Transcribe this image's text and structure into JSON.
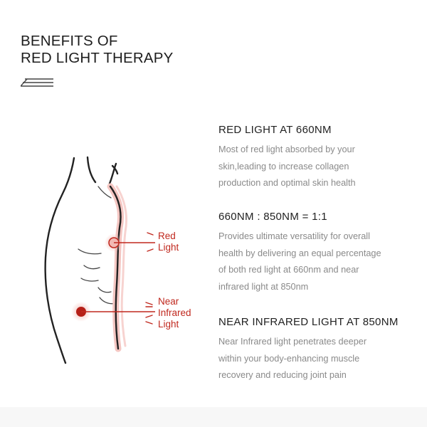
{
  "header": {
    "title_line1": "BENEFITS OF",
    "title_line2": "RED LIGHT THERAPY"
  },
  "colors": {
    "accent": "#c0281e",
    "glow": "#f2b9b4",
    "text_dark": "#222222",
    "text_muted": "#8a8a8a"
  },
  "figure": {
    "red_label_line1": "Red",
    "red_label_line2": "Light",
    "nir_label_line1": "Near",
    "nir_label_line2": "Infrared",
    "nir_label_line3": "Light"
  },
  "sections": [
    {
      "heading": "RED LIGHT AT 660NM",
      "lines": [
        "Most of red light absorbed by your",
        "skin,leading to increase collagen",
        "production and optimal skin health"
      ]
    },
    {
      "heading": "660NM : 850NM = 1:1",
      "lines": [
        "Provides ultimate versatility for overall",
        "health by delivering an equal percentage",
        "of both red light at 660nm and near",
        "infrared light at  850nm"
      ]
    },
    {
      "heading": "NEAR INFRARED LIGHT AT 850NM",
      "lines": [
        "Near Infrared light penetrates deeper",
        "within your body-enhancing muscle",
        "recovery and reducing joint pain"
      ]
    }
  ]
}
